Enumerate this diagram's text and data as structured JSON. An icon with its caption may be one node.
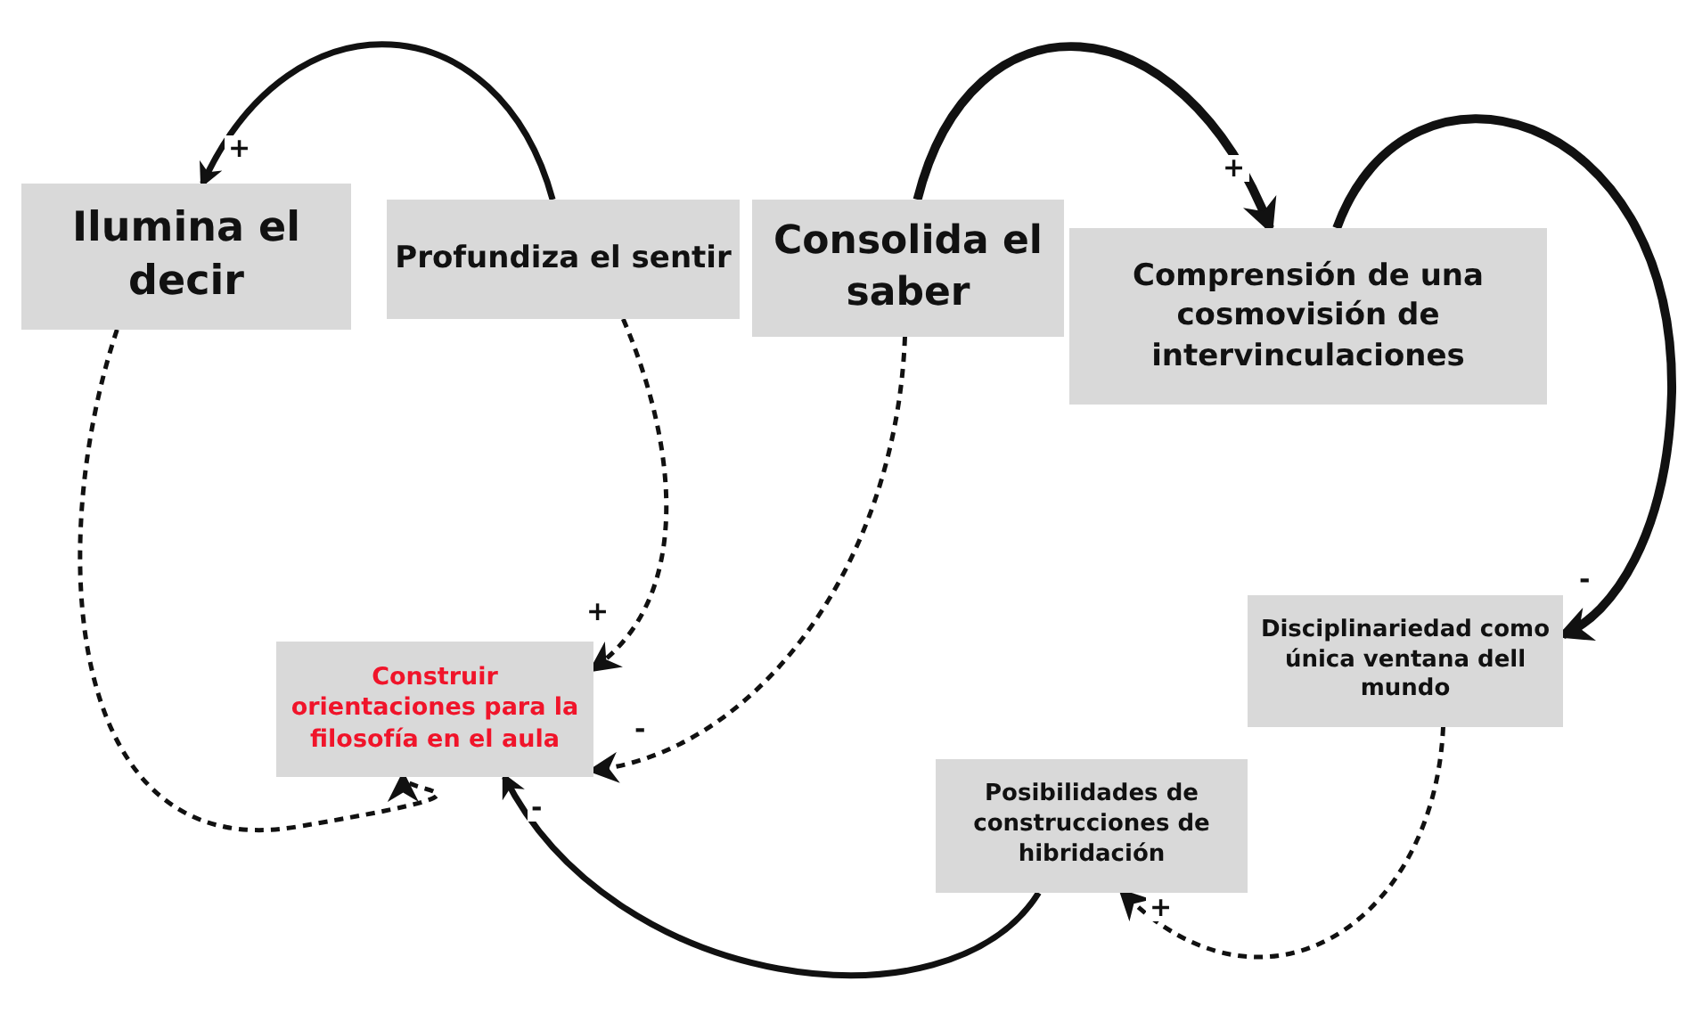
{
  "diagram": {
    "nodes": [
      {
        "text": [
          "Ilumina el decir"
        ]
      },
      {
        "text": [
          "Profundiza el sentir"
        ]
      },
      {
        "text": [
          "Consolida el saber"
        ]
      },
      {
        "text": [
          "Comprensión de una cosmovisión de intervinculaciones"
        ]
      },
      {
        "text": [
          "Construir orientaciones para la filosofía en el aula"
        ]
      },
      {
        "text": [
          "Disciplinariedad como única ventana dell mundo"
        ]
      },
      {
        "text": [
          "Posibilidades de construcciones de hibridación"
        ]
      }
    ],
    "edges": [
      {
        "from": 1,
        "to": 0,
        "arrow": "to",
        "label": "+"
      },
      {
        "from": 2,
        "to": 3,
        "arrow": "to",
        "label": "+",
        "style": "thick"
      },
      {
        "from": 3,
        "to": 5,
        "arrow": "to",
        "label": "-",
        "style": "thick"
      },
      {
        "from": 6,
        "to": 4,
        "arrow": "to",
        "label": "-"
      },
      {
        "from": 0,
        "to": 4,
        "arrow": "to",
        "style": "dashed"
      },
      {
        "from": 1,
        "to": 4,
        "arrow": "to",
        "label": "+",
        "style": "dashed"
      },
      {
        "from": 2,
        "to": 4,
        "arrow": "to",
        "label": "-",
        "style": "dashed"
      },
      {
        "from": 5,
        "to": 6,
        "arrow": "to",
        "label": "+",
        "style": "dashed"
      }
    ]
  }
}
